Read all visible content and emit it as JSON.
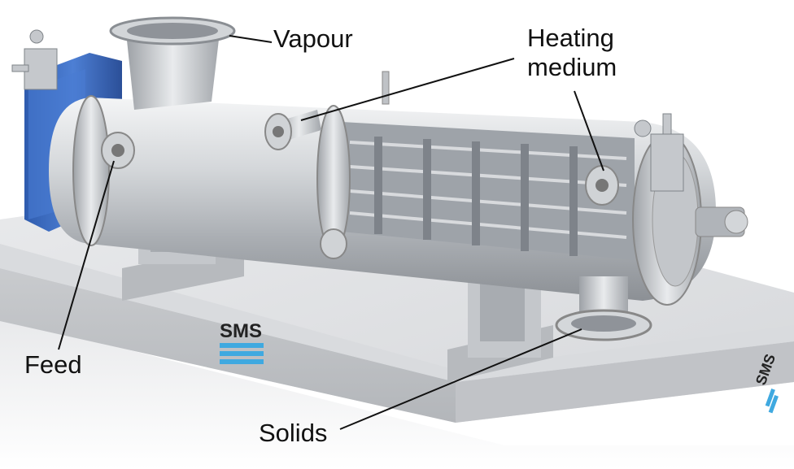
{
  "labels": {
    "vapour": "Vapour",
    "heating_line1": "Heating",
    "heating_line2": "medium",
    "feed": "Feed",
    "solids": "Solids"
  },
  "logo": {
    "text": "SMS",
    "stripe_color": "#3fa9e0"
  },
  "colors": {
    "motor_blue": "#3d6fc6",
    "steel": "#c9ccd0",
    "base_plate": "#e2e3e5",
    "label_text": "#111111"
  },
  "icons": [
    "vapour-nozzle-icon",
    "feed-nozzle-icon",
    "solids-outlet-icon",
    "heating-medium-nozzle-icon"
  ]
}
